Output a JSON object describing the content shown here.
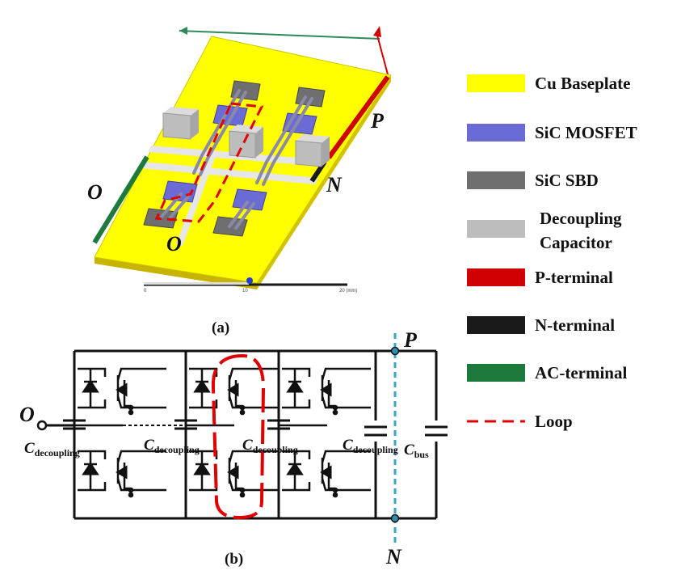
{
  "layout_3d": {
    "terminals": {
      "p": "P",
      "n": "N",
      "o_left": "O",
      "o_bottom": "O"
    },
    "scale_ticks": [
      "0",
      "10",
      "20 (mm)"
    ]
  },
  "captions": {
    "a": "(a)",
    "b": "(b)"
  },
  "legend": {
    "items": [
      {
        "label_lines": [
          "Cu Baseplate"
        ],
        "color": "#ffff00",
        "style": "fill"
      },
      {
        "label_lines": [
          "SiC MOSFET"
        ],
        "color": "#6b6bd6",
        "style": "fill"
      },
      {
        "label_lines": [
          "SiC SBD"
        ],
        "color": "#6f6f6f",
        "style": "fill"
      },
      {
        "label_lines": [
          "Decoupling",
          "Capacitor"
        ],
        "color": "#bdbdbd",
        "style": "fill"
      },
      {
        "label_lines": [
          "P-terminal"
        ],
        "color": "#d00000",
        "style": "fill"
      },
      {
        "label_lines": [
          "N-terminal"
        ],
        "color": "#1a1a1a",
        "style": "fill"
      },
      {
        "label_lines": [
          "AC-terminal"
        ],
        "color": "#1e7a3c",
        "style": "fill"
      },
      {
        "label_lines": [
          "Loop"
        ],
        "color": "#e00000",
        "style": "dash"
      }
    ]
  },
  "schematic": {
    "node_p": "P",
    "node_n": "N",
    "node_o": "O",
    "cap_labels": [
      {
        "main": "C",
        "sub": "decoupling"
      },
      {
        "main": "C",
        "sub": "decoupling"
      },
      {
        "main": "C",
        "sub": "decoupling"
      },
      {
        "main": "C",
        "sub": "decoupling"
      },
      {
        "main": "C",
        "sub": "bus"
      }
    ]
  }
}
